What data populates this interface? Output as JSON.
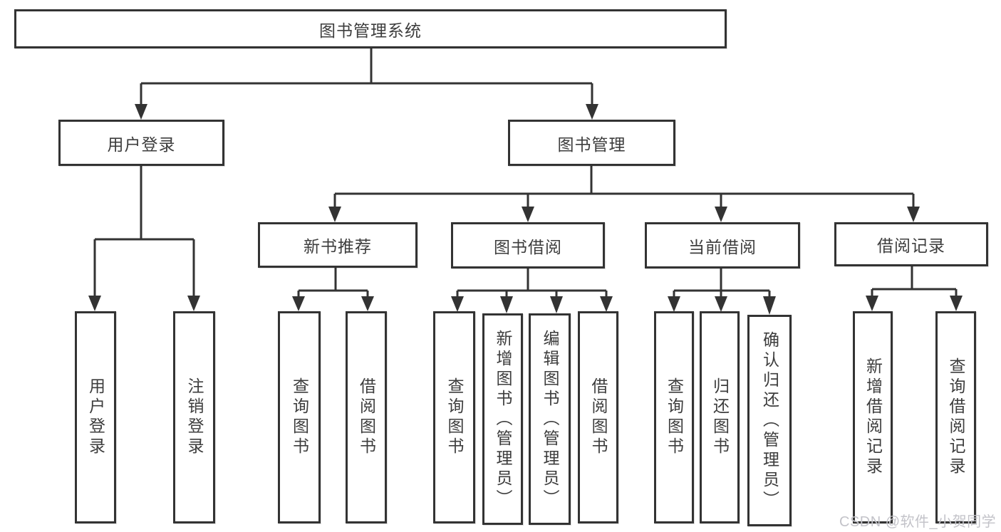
{
  "diagram_type": "hierarchy-tree",
  "colors": {
    "line": "#333333",
    "box_border": "#333333",
    "box_fill": "#ffffff",
    "text": "#3d3d3d",
    "background": "#ffffff",
    "watermark": "#c3c3c9"
  },
  "watermark": {
    "text": "CSDN @软件_小贺同学"
  },
  "tree": {
    "label": "图书管理系统",
    "children": [
      {
        "label": "用户登录",
        "children": [
          {
            "label": "用户登录"
          },
          {
            "label": "注销登录"
          }
        ]
      },
      {
        "label": "图书管理",
        "children": [
          {
            "label": "新书推荐",
            "children": [
              {
                "label": "查询图书"
              },
              {
                "label": "借阅图书"
              }
            ]
          },
          {
            "label": "图书借阅",
            "children": [
              {
                "label": "查询图书"
              },
              {
                "label": "新增图书（管理员）"
              },
              {
                "label": "编辑图书（管理员）"
              },
              {
                "label": "借阅图书"
              }
            ]
          },
          {
            "label": "当前借阅",
            "children": [
              {
                "label": "查询图书"
              },
              {
                "label": "归还图书"
              },
              {
                "label": "确认归还（管理员）"
              }
            ]
          },
          {
            "label": "借阅记录",
            "children": [
              {
                "label": "新增借阅记录"
              },
              {
                "label": "查询借阅记录"
              }
            ]
          }
        ]
      }
    ]
  }
}
